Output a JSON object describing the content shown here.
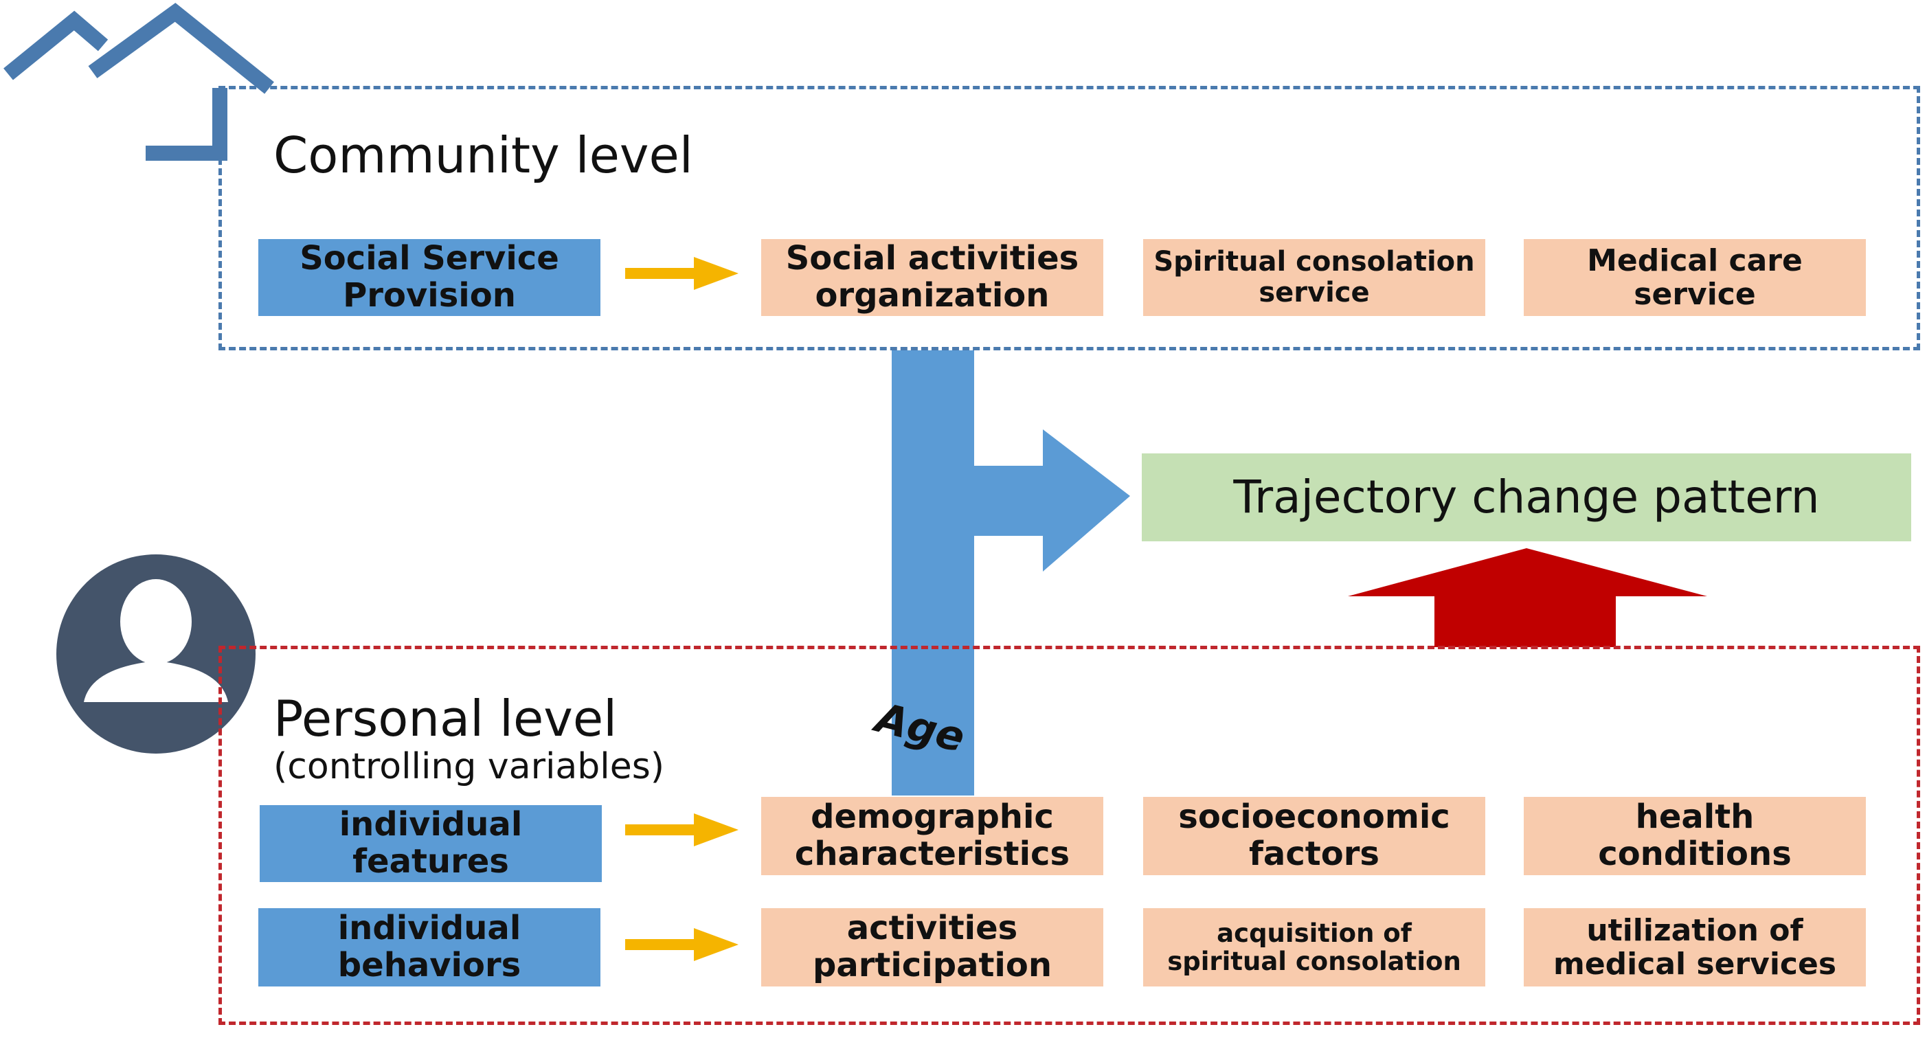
{
  "community": {
    "title": "Community level",
    "source_box": "Social Service Provision",
    "service_boxes": [
      "Social activities organization",
      "Spiritual consolation service",
      "Medical care service"
    ]
  },
  "personal": {
    "title": "Personal level",
    "subtitle": "(controlling variables)",
    "rows": [
      {
        "source": "individual features",
        "items": [
          "demographic characteristics",
          "socioeconomic factors",
          "health conditions"
        ]
      },
      {
        "source": "individual behaviors",
        "items": [
          "activities participation",
          "acquisition of spiritual consolation",
          "utilization of medical services"
        ]
      }
    ]
  },
  "outcome": "Trajectory change pattern",
  "moderator": "Age",
  "icons": {
    "community": "house-icon",
    "personal": "person-avatar-icon"
  },
  "colors": {
    "community_border": "#4a7aae",
    "personal_border": "#c0272d",
    "source_box": "#5b9bd5",
    "item_box": "#f8cbad",
    "outcome_box": "#c5e0b4",
    "small_arrow": "#f5b400",
    "age_arrow": "#5b9bd5",
    "up_arrow": "#c00000",
    "avatar": "#44546a"
  }
}
